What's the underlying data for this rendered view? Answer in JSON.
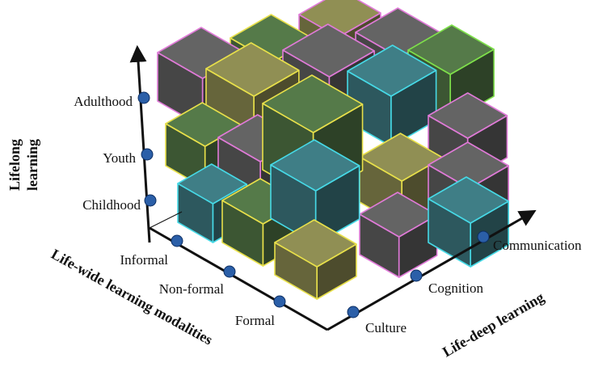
{
  "axes": {
    "vertical": {
      "title_line1": "Lifelong",
      "title_line2": "learning",
      "levels": [
        "Childhood",
        "Youth",
        "Adulthood"
      ]
    },
    "left": {
      "title": "Life-wide learning modalities",
      "levels": [
        "Informal",
        "Non-formal",
        "Formal"
      ]
    },
    "right": {
      "title": "Life-deep learning",
      "levels": [
        "Culture",
        "Cognition",
        "Communication"
      ]
    }
  },
  "colors": {
    "axis": "#111111",
    "dot": "#2b5fa8",
    "cube_dark": "#4a4a4a",
    "cube_olive": "#6b6a3e",
    "cube_green": "#3f5a36",
    "cube_teal": "#2f5d63",
    "edge_yellow": "#e8e04a",
    "edge_cyan": "#46d9e6",
    "edge_green": "#7ee04a",
    "edge_pink": "#e07ad8"
  }
}
